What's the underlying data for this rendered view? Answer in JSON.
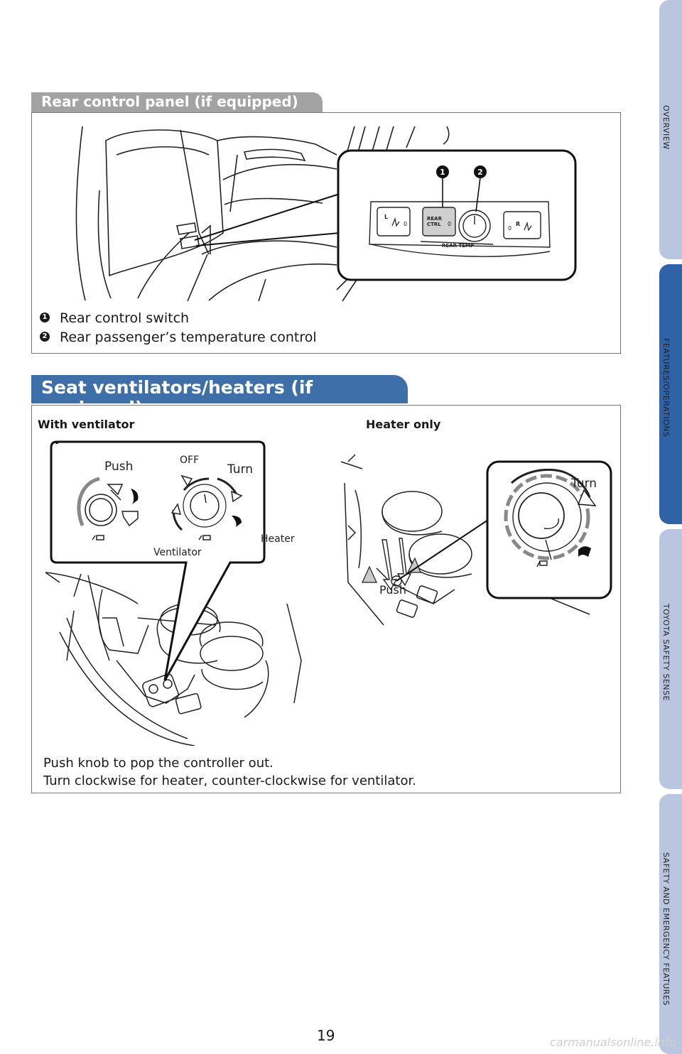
{
  "tabs": [
    {
      "label": "OVERVIEW"
    },
    {
      "label": "FEATURES/OPERATIONS"
    },
    {
      "label": "TOYOTA SAFETY SENSE"
    },
    {
      "label": "SAFETY AND EMERGENCY FEATURES"
    }
  ],
  "rear_panel": {
    "title": "Rear control panel (if equipped)",
    "callouts": [
      {
        "num": "1"
      },
      {
        "num": "2"
      }
    ],
    "items": [
      {
        "num": "1",
        "text": "Rear control switch"
      },
      {
        "num": "2",
        "text": "Rear passenger’s temperature control"
      }
    ],
    "panel_labels": {
      "left": "L",
      "rear_ctrl": "REAR\nCTRL",
      "rear_temp": "REAR TEMP",
      "right": "R",
      "zero": "0"
    }
  },
  "seat_section": {
    "title": "Seat ventilators/heaters (if equipped)",
    "with_ventilator": {
      "caption": "With ventilator",
      "push": "Push",
      "off": "OFF",
      "turn": "Turn",
      "heater": "Heater",
      "ventilator": "Ventilator"
    },
    "heater_only": {
      "caption": "Heater only",
      "turn": "Turn",
      "push": "Push"
    },
    "description": [
      "Push knob to pop the controller out.",
      "Turn clockwise for heater, counter-clockwise for ventilator."
    ]
  },
  "page_number": "19",
  "watermark": "carmanualsonline.info",
  "colors": {
    "tab_light": "#bac6e0",
    "tab_active": "#2f62a6",
    "header_blue": "#3f6fa9",
    "header_grey": "#a3a3a3"
  }
}
